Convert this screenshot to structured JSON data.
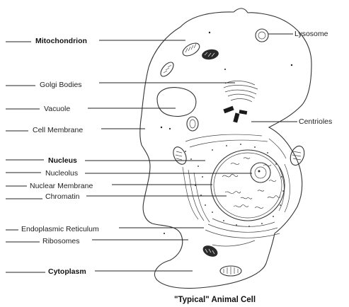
{
  "labels": {
    "mitochondrion": "Mitochondrion",
    "golgi": "Golgi Bodies",
    "vacuole": "Vacuole",
    "cell_membrane": "Cell Membrane",
    "nucleus": "Nucleus",
    "nucleolus": "Nucleolus",
    "nuclear_membrane": "Nuclear Membrane",
    "chromatin": "Chromatin",
    "er": "Endoplasmic Reticulum",
    "ribosomes": "Ribosomes",
    "cytoplasm": "Cytoplasm",
    "lysosome": "Lysosome",
    "centrioles": "Centrioles"
  },
  "caption": "\"Typical\" Animal Cell",
  "colors": {
    "ink": "#222222",
    "background": "#ffffff"
  }
}
